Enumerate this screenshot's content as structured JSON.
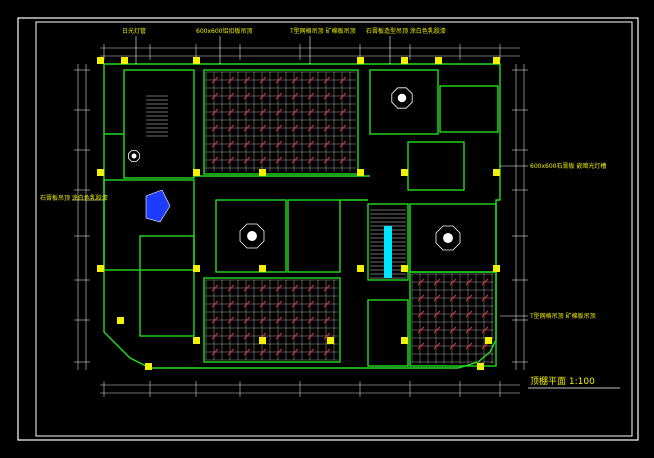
{
  "drawing": {
    "title": "顶棚平面 1:100",
    "background": "#000000",
    "colors": {
      "frame": "#ffffff",
      "wall": "#22dd22",
      "ceiling_grid": "#c8c8c8",
      "fixture": "#ff3030",
      "dimension": "#d8d8d8",
      "column": "#f2f200",
      "annotation": "#f2f200",
      "stair_highlight": "#00e5ff",
      "feature": "#1e3cff"
    },
    "annotations": [
      "日光灯管",
      "600x600铝扣板吊顶",
      "T型网格吊顶 矿棉板吊顶",
      "石膏板造型吊顶 涂白色乳胶漆",
      "石膏板吊顶 涂白色乳胶漆",
      "600x600石膏板 嵌暗光灯槽",
      "T型网格吊顶 矿棉板吊顶"
    ]
  }
}
